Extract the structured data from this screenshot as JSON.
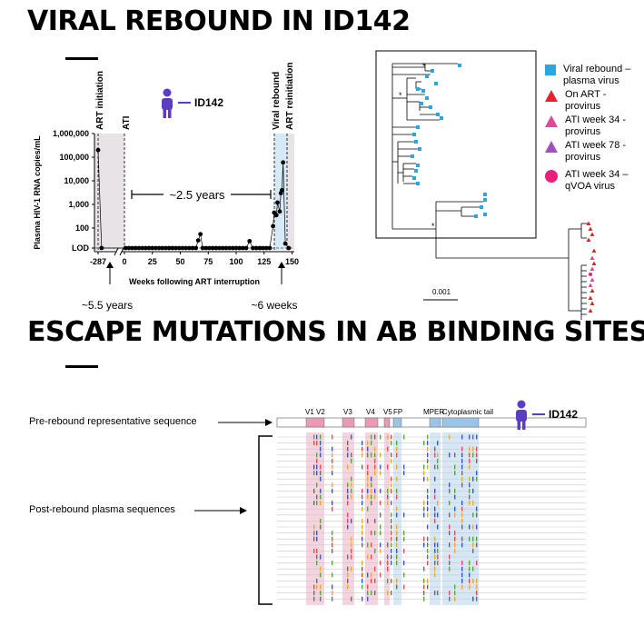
{
  "section1": {
    "title": "VIRAL REBOUND IN ID142",
    "participant_label": "ID142"
  },
  "section2": {
    "title": "ESCAPE MUTATIONS IN AB BINDING SITES",
    "participant_label": "ID142",
    "pre_rebound_label": "Pre-rebound representative sequence",
    "post_rebound_label": "Post-rebound plasma sequences",
    "regions": [
      "V1 V2",
      "V3",
      "V4",
      "V5",
      "FP",
      "MPER",
      "Cytoplasmic tail"
    ]
  },
  "chart_data": {
    "type": "scatter",
    "xlabel": "Weeks following ART interruption",
    "ylabel": "Plasma HIV-1 RNA copies/mL",
    "x_ticks": [
      "-287",
      "0",
      "25",
      "50",
      "75",
      "100",
      "125",
      "150"
    ],
    "y_ticks": [
      "1,000,000",
      "100,000",
      "10,000",
      "1,000",
      "100",
      "LOD"
    ],
    "y_scale": "log",
    "annotations": {
      "art_initiation": "ART initiation",
      "ati": "ATI",
      "viral_rebound": "Viral rebound",
      "art_reinitiation": "ART reinitiation",
      "span_label": "~2.5 years",
      "pre_gap": "~5.5 years",
      "post_gap": "~6 weeks"
    },
    "series": [
      {
        "name": "Plasma HIV-1 RNA",
        "points": [
          {
            "x": -287,
            "y": 200000
          },
          {
            "x": -280,
            "y": 20
          },
          {
            "x": 1,
            "y": 20
          },
          {
            "x": 4,
            "y": 20
          },
          {
            "x": 7,
            "y": 20
          },
          {
            "x": 10,
            "y": 20
          },
          {
            "x": 13,
            "y": 20
          },
          {
            "x": 16,
            "y": 20
          },
          {
            "x": 19,
            "y": 20
          },
          {
            "x": 22,
            "y": 20
          },
          {
            "x": 25,
            "y": 20
          },
          {
            "x": 28,
            "y": 20
          },
          {
            "x": 31,
            "y": 20
          },
          {
            "x": 34,
            "y": 20
          },
          {
            "x": 37,
            "y": 20
          },
          {
            "x": 40,
            "y": 20
          },
          {
            "x": 43,
            "y": 20
          },
          {
            "x": 46,
            "y": 20
          },
          {
            "x": 49,
            "y": 20
          },
          {
            "x": 52,
            "y": 20
          },
          {
            "x": 55,
            "y": 20
          },
          {
            "x": 58,
            "y": 20
          },
          {
            "x": 61,
            "y": 20
          },
          {
            "x": 64,
            "y": 20
          },
          {
            "x": 66,
            "y": 30
          },
          {
            "x": 68,
            "y": 55
          },
          {
            "x": 70,
            "y": 20
          },
          {
            "x": 73,
            "y": 20
          },
          {
            "x": 76,
            "y": 20
          },
          {
            "x": 79,
            "y": 20
          },
          {
            "x": 82,
            "y": 20
          },
          {
            "x": 85,
            "y": 20
          },
          {
            "x": 88,
            "y": 20
          },
          {
            "x": 91,
            "y": 20
          },
          {
            "x": 94,
            "y": 20
          },
          {
            "x": 97,
            "y": 20
          },
          {
            "x": 100,
            "y": 20
          },
          {
            "x": 103,
            "y": 20
          },
          {
            "x": 106,
            "y": 20
          },
          {
            "x": 109,
            "y": 20
          },
          {
            "x": 112,
            "y": 28
          },
          {
            "x": 115,
            "y": 20
          },
          {
            "x": 118,
            "y": 20
          },
          {
            "x": 121,
            "y": 20
          },
          {
            "x": 124,
            "y": 20
          },
          {
            "x": 127,
            "y": 20
          },
          {
            "x": 130,
            "y": 20
          },
          {
            "x": 133,
            "y": 120
          },
          {
            "x": 134,
            "y": 450
          },
          {
            "x": 136,
            "y": 350
          },
          {
            "x": 137,
            "y": 1200
          },
          {
            "x": 139,
            "y": 500
          },
          {
            "x": 140,
            "y": 3000
          },
          {
            "x": 141,
            "y": 4000
          },
          {
            "x": 142,
            "y": 60000
          },
          {
            "x": 144,
            "y": 22
          },
          {
            "x": 147,
            "y": 20
          }
        ]
      }
    ]
  },
  "tree": {
    "legend": [
      {
        "label": "Viral rebound – plasma virus",
        "color": "#29a8e0",
        "shape": "square"
      },
      {
        "label": "On ART - provirus",
        "color": "#e8202b",
        "shape": "triangle"
      },
      {
        "label": "ATI week 34 - provirus",
        "color": "#e0489a",
        "shape": "triangle"
      },
      {
        "label": "ATI week 78 - provirus",
        "color": "#a24fc0",
        "shape": "triangle"
      },
      {
        "label": "ATI week 34 – qVOA virus",
        "color": "#e8207a",
        "shape": "circle"
      }
    ],
    "scale_label": "0.001",
    "support_marks": [
      "*",
      "*",
      "*"
    ]
  },
  "colors": {
    "participant_icon": "#5b3cc4",
    "rebound_shade": "#d6e9f7",
    "art_shade": "#e7e3e6",
    "region_pink": "#f6d4df",
    "region_blue": "#d6e7f6"
  }
}
